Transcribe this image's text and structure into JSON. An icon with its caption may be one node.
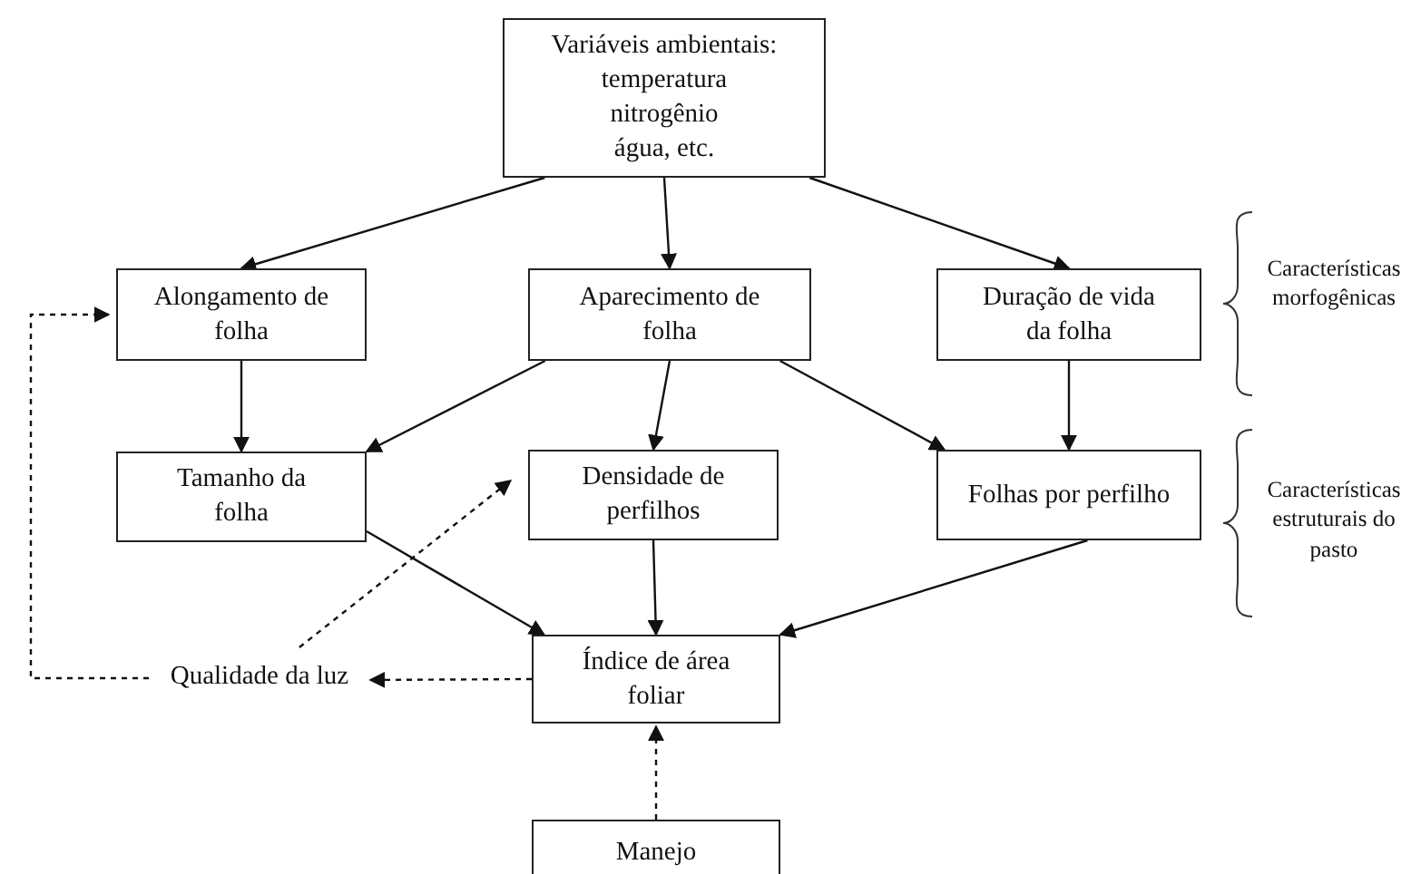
{
  "diagram": {
    "nodes": [
      {
        "text": [
          "Variáveis ambientais:",
          "temperatura",
          "nitrogênio",
          "água, etc."
        ]
      },
      {
        "text": [
          "Alongamento de folha"
        ]
      },
      {
        "text": [
          "Aparecimento de folha"
        ]
      },
      {
        "text": [
          "Duração de vida da folha"
        ]
      },
      {
        "text": [
          "Tamanho da folha"
        ]
      },
      {
        "text": [
          "Densidade de perfilhos"
        ]
      },
      {
        "text": [
          "Folhas por perfilho"
        ]
      },
      {
        "text": [
          "Índice de área foliar"
        ]
      },
      {
        "text": [
          "Qualidade da luz"
        ]
      },
      {
        "text": [
          "Manejo"
        ]
      }
    ],
    "edges": [
      {
        "from": 0,
        "to": 1,
        "arrow": "to"
      },
      {
        "from": 0,
        "to": 2,
        "arrow": "to"
      },
      {
        "from": 0,
        "to": 3,
        "arrow": "to"
      },
      {
        "from": 1,
        "to": 4,
        "arrow": "to"
      },
      {
        "from": 2,
        "to": 4,
        "arrow": "to"
      },
      {
        "from": 2,
        "to": 5,
        "arrow": "to"
      },
      {
        "from": 2,
        "to": 6,
        "arrow": "to"
      },
      {
        "from": 3,
        "to": 6,
        "arrow": "to"
      },
      {
        "from": 4,
        "to": 7,
        "arrow": "to"
      },
      {
        "from": 5,
        "to": 7,
        "arrow": "to"
      },
      {
        "from": 6,
        "to": 7,
        "arrow": "to"
      },
      {
        "from": 7,
        "to": 8,
        "arrow": "to",
        "style": "dashed"
      },
      {
        "from": 8,
        "to": 1,
        "arrow": "to",
        "style": "dashed"
      },
      {
        "from": 8,
        "to": 5,
        "arrow": "to",
        "style": "dashed"
      },
      {
        "from": 9,
        "to": 7,
        "arrow": "to",
        "style": "dashed"
      }
    ],
    "labels": [
      "Características morfogênicas",
      "Características estruturais do pasto"
    ]
  }
}
